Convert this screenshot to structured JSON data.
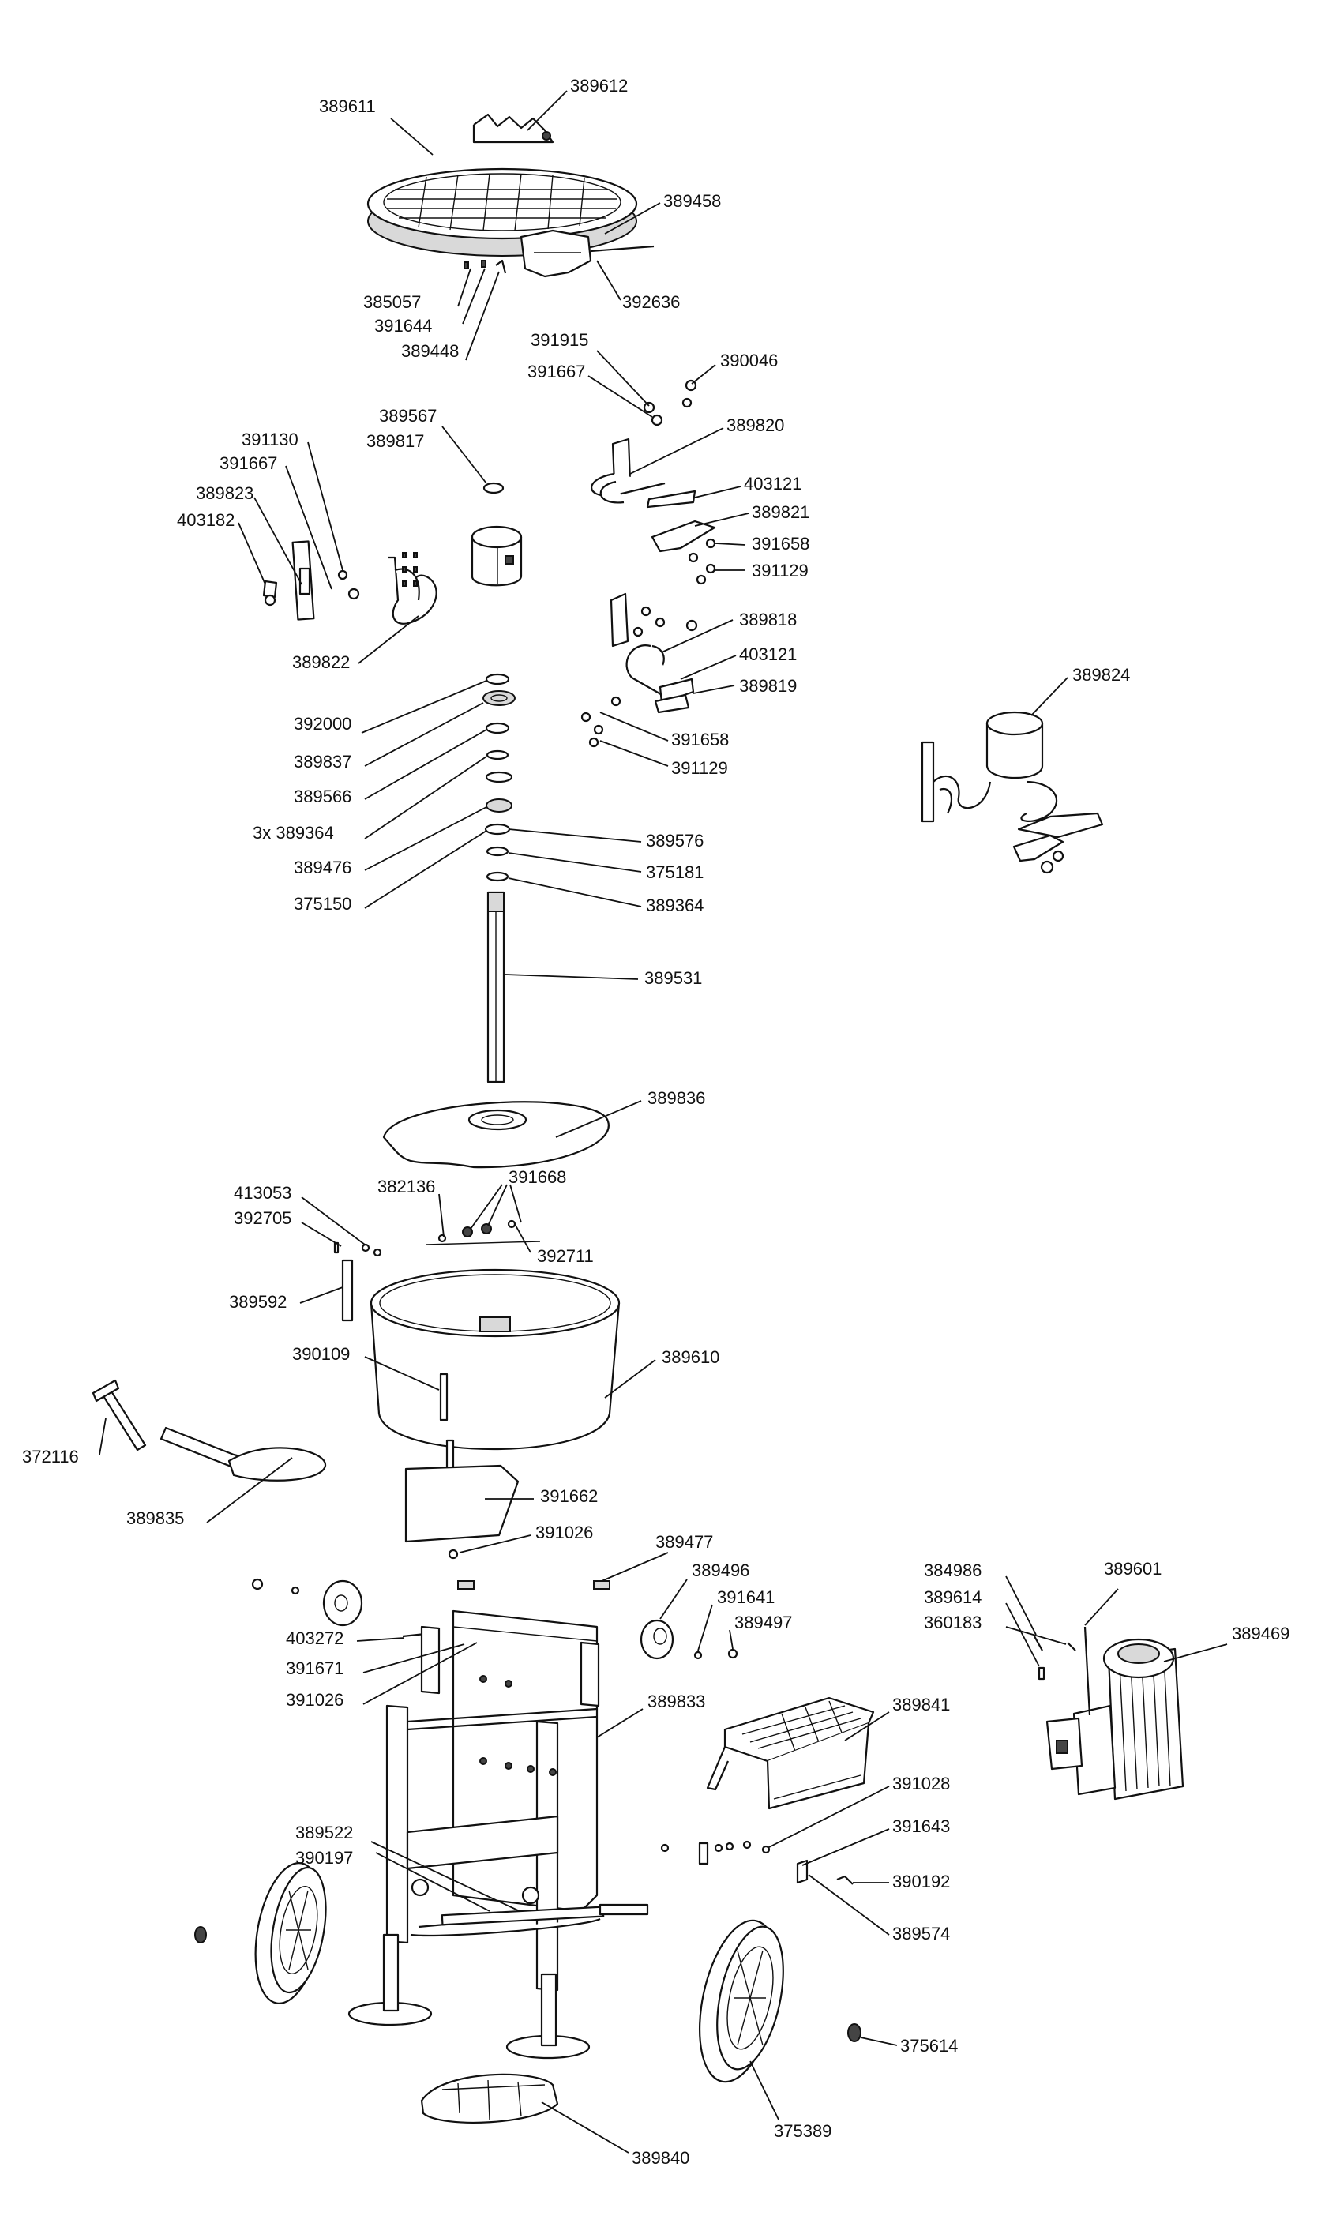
{
  "labels": {
    "l389611": "389611",
    "l389612": "389612",
    "l389458": "389458",
    "l392636": "392636",
    "l385057": "385057",
    "l391644": "391644",
    "l389448": "389448",
    "l391915": "391915",
    "l391667a": "391667",
    "l390046": "390046",
    "l389820": "389820",
    "l403121a": "403121",
    "l389821": "389821",
    "l391658a": "391658",
    "l391129a": "391129",
    "l389567": "389567",
    "l389817": "389817",
    "l391130": "391130",
    "l391667b": "391667",
    "l389823": "389823",
    "l403182": "403182",
    "l389822": "389822",
    "l389818": "389818",
    "l403121b": "403121",
    "l389819": "389819",
    "l391658b": "391658",
    "l391129b": "391129",
    "l389824": "389824",
    "l392000": "392000",
    "l389837": "389837",
    "l389566": "389566",
    "l3x389364": "3x 389364",
    "l389476": "389476",
    "l375150": "375150",
    "l389576": "389576",
    "l375181": "375181",
    "l389364": "389364",
    "l389531": "389531",
    "l389836": "389836",
    "l413053": "413053",
    "l392705": "392705",
    "l382136": "382136",
    "l391668": "391668",
    "l392711": "392711",
    "l389592": "389592",
    "l390109": "390109",
    "l389610": "389610",
    "l372116": "372116",
    "l389835": "389835",
    "l391662": "391662",
    "l391026a": "391026",
    "l389477": "389477",
    "l389496": "389496",
    "l391641": "391641",
    "l389497": "389497",
    "l403272": "403272",
    "l391671": "391671",
    "l391026b": "391026",
    "l389833": "389833",
    "l384986": "384986",
    "l389614": "389614",
    "l360183": "360183",
    "l389601": "389601",
    "l389469": "389469",
    "l389841": "389841",
    "l391028": "391028",
    "l391643": "391643",
    "l390192": "390192",
    "l389574": "389574",
    "l389522": "389522",
    "l390197": "390197",
    "l375614": "375614",
    "l375389": "375389",
    "l389840": "389840"
  }
}
